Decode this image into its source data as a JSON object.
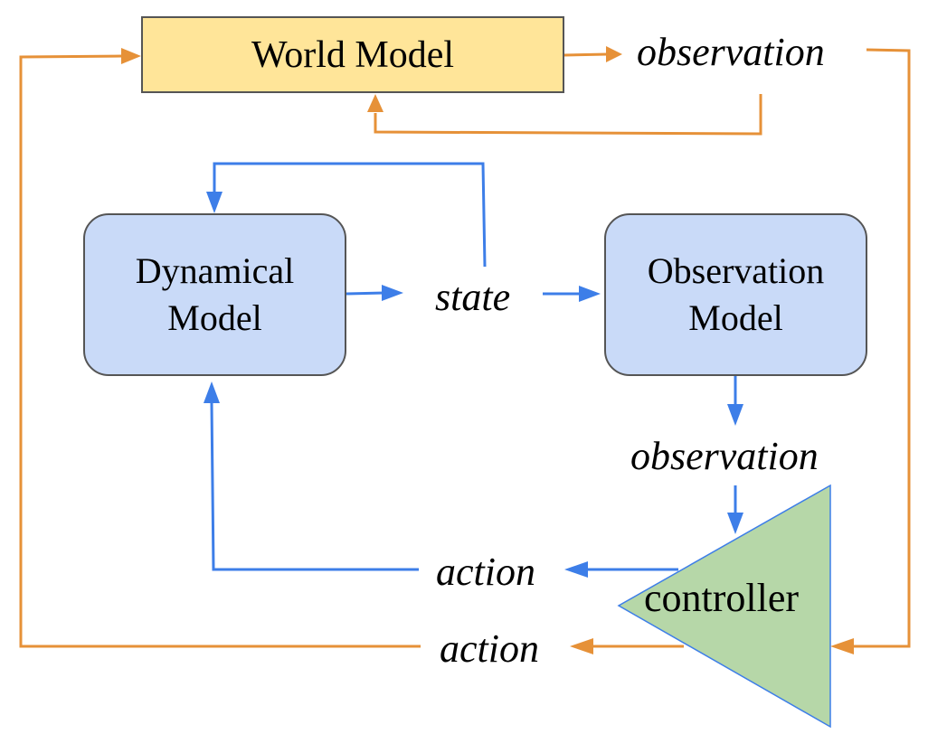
{
  "nodes": {
    "world_model": "World Model",
    "dynamical_model_line1": "Dynamical",
    "dynamical_model_line2": "Model",
    "observation_model_line1": "Observation",
    "observation_model_line2": "Model",
    "controller": "controller"
  },
  "labels": {
    "observation_top": "observation",
    "state": "state",
    "observation_mid": "observation",
    "action_blue": "action",
    "action_orange": "action"
  },
  "colors": {
    "orange_arrow": "#e69138",
    "blue_arrow": "#3d7ee8",
    "world_model_fill": "#ffe599",
    "model_fill": "#c9daf8",
    "controller_fill": "#b6d7a8",
    "border": "#555555"
  }
}
